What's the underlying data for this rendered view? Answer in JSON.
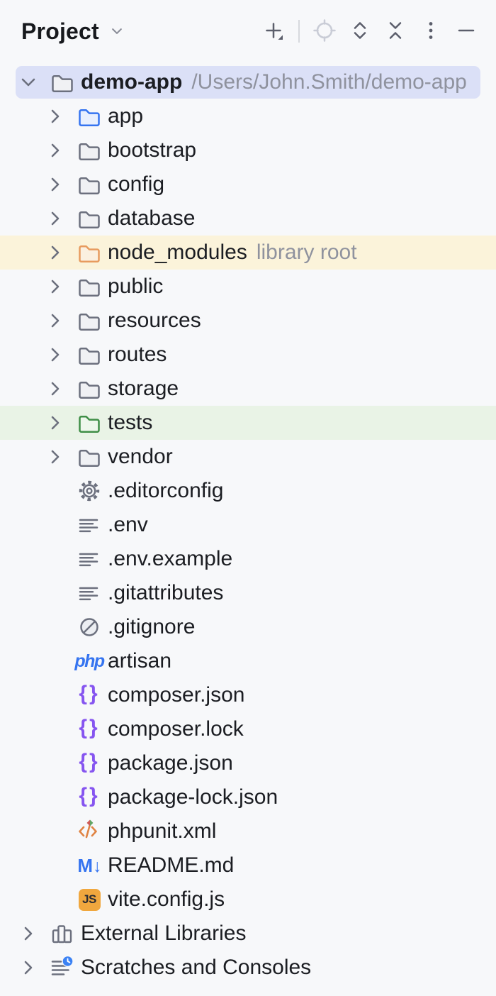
{
  "header": {
    "title": "Project",
    "toolbar": [
      {
        "name": "add",
        "icon": "plus-icon"
      },
      {
        "name": "locate",
        "icon": "target-icon",
        "disabled": true
      },
      {
        "name": "expand-all",
        "icon": "expand-all-icon"
      },
      {
        "name": "collapse-all",
        "icon": "collapse-all-icon"
      },
      {
        "name": "more-options",
        "icon": "kebab-icon"
      },
      {
        "name": "hide",
        "icon": "minus-icon"
      }
    ]
  },
  "colors": {
    "panel_bg": "#f7f8fa",
    "selection_blue": "#dbe0f7",
    "library_root_row_yellow": "#fbf3da",
    "test_root_row_green": "#e9f3e6",
    "accent_blue": "#3574f0",
    "folder_gray": "#6c707e",
    "folder_blue": "#3574f0",
    "folder_orange": "#e79b5f",
    "folder_green": "#3f8e47",
    "json_purple": "#8655f0",
    "js_badge_yellow": "#f0a73e",
    "phpunit_orange": "#e08444"
  },
  "tree": {
    "root": {
      "label": "demo-app",
      "path": "/Users/John.Smith/demo-app",
      "selected": true,
      "expanded": true
    },
    "items": [
      {
        "label": "app",
        "icon": "folder",
        "icon_color": "blue",
        "chevron": true,
        "indent": 1
      },
      {
        "label": "bootstrap",
        "icon": "folder",
        "icon_color": "gray",
        "chevron": true,
        "indent": 1
      },
      {
        "label": "config",
        "icon": "folder",
        "icon_color": "gray",
        "chevron": true,
        "indent": 1
      },
      {
        "label": "database",
        "icon": "folder",
        "icon_color": "gray",
        "chevron": true,
        "indent": 1
      },
      {
        "label": "node_modules",
        "badge": "library root",
        "icon": "folder",
        "icon_color": "orange",
        "chevron": true,
        "indent": 1,
        "highlight": "yellow"
      },
      {
        "label": "public",
        "icon": "folder",
        "icon_color": "gray",
        "chevron": true,
        "indent": 1
      },
      {
        "label": "resources",
        "icon": "folder",
        "icon_color": "gray",
        "chevron": true,
        "indent": 1
      },
      {
        "label": "routes",
        "icon": "folder",
        "icon_color": "gray",
        "chevron": true,
        "indent": 1
      },
      {
        "label": "storage",
        "icon": "folder",
        "icon_color": "gray",
        "chevron": true,
        "indent": 1
      },
      {
        "label": "tests",
        "icon": "folder",
        "icon_color": "green",
        "chevron": true,
        "indent": 1,
        "highlight": "green"
      },
      {
        "label": "vendor",
        "icon": "folder",
        "icon_color": "gray",
        "chevron": true,
        "indent": 1
      },
      {
        "label": ".editorconfig",
        "icon": "gear",
        "chevron": false,
        "indent": 1
      },
      {
        "label": ".env",
        "icon": "text-file",
        "chevron": false,
        "indent": 1
      },
      {
        "label": ".env.example",
        "icon": "text-file",
        "chevron": false,
        "indent": 1
      },
      {
        "label": ".gitattributes",
        "icon": "text-file",
        "chevron": false,
        "indent": 1
      },
      {
        "label": ".gitignore",
        "icon": "ignore",
        "chevron": false,
        "indent": 1
      },
      {
        "label": "artisan",
        "icon": "php",
        "chevron": false,
        "indent": 1
      },
      {
        "label": "composer.json",
        "icon": "braces",
        "chevron": false,
        "indent": 1
      },
      {
        "label": "composer.lock",
        "icon": "braces",
        "chevron": false,
        "indent": 1
      },
      {
        "label": "package.json",
        "icon": "braces",
        "chevron": false,
        "indent": 1
      },
      {
        "label": "package-lock.json",
        "icon": "braces",
        "chevron": false,
        "indent": 1
      },
      {
        "label": "phpunit.xml",
        "icon": "phpunit",
        "chevron": false,
        "indent": 1
      },
      {
        "label": "README.md",
        "icon": "markdown",
        "chevron": false,
        "indent": 1
      },
      {
        "label": "vite.config.js",
        "icon": "javascript",
        "chevron": false,
        "indent": 1
      },
      {
        "label": "External Libraries",
        "icon": "library",
        "chevron": true,
        "indent": 0
      },
      {
        "label": "Scratches and Consoles",
        "icon": "scratches",
        "chevron": true,
        "indent": 0
      }
    ]
  }
}
